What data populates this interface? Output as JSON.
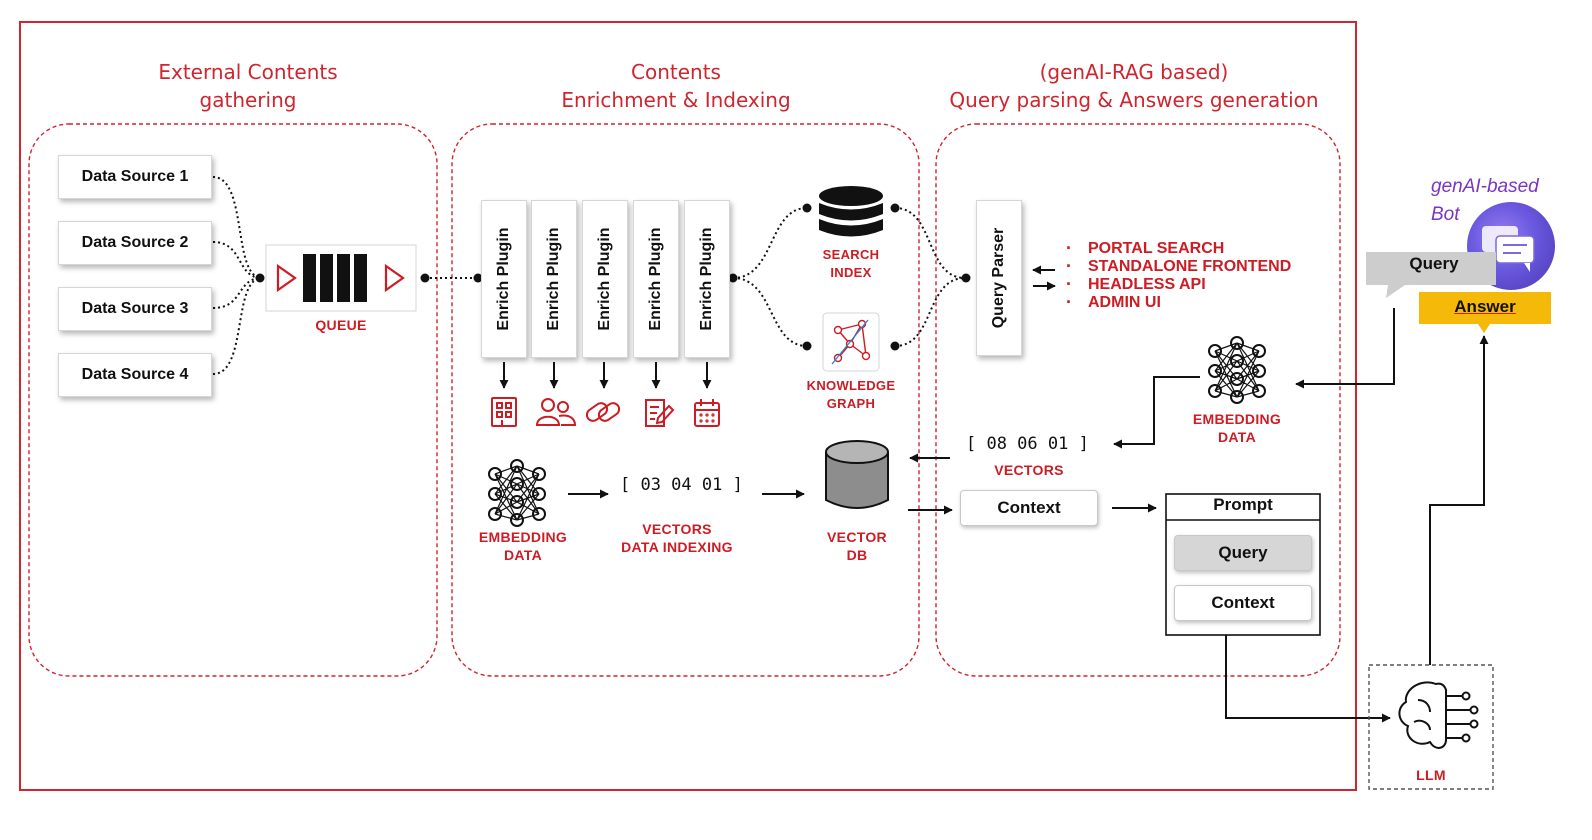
{
  "sections": {
    "external": {
      "line1": "External Contents",
      "line2": "gathering"
    },
    "enrichment": {
      "line1": "Contents",
      "line2": "Enrichment & Indexing"
    },
    "query": {
      "line1": "(genAI-RAG based)",
      "line2": "Query parsing & Answers generation"
    }
  },
  "data_sources": [
    "Data Source 1",
    "Data Source 2",
    "Data Source 3",
    "Data Source 4"
  ],
  "queue_label": "QUEUE",
  "plugins": [
    "Enrich Plugin",
    "Enrich Plugin",
    "Enrich Plugin",
    "Enrich Plugin",
    "Enrich Plugin"
  ],
  "search_index": {
    "line1": "SEARCH",
    "line2": "INDEX"
  },
  "knowledge_graph": {
    "line1": "KNOWLEDGE",
    "line2": "GRAPH"
  },
  "query_parser_label": "Query Parser",
  "outputs": [
    "PORTAL SEARCH",
    "STANDALONE FRONTEND",
    "HEADLESS API",
    "ADMIN UI"
  ],
  "embedding_left": {
    "line1": "EMBEDDING",
    "line2": "DATA"
  },
  "vectors_left": {
    "value": "[ 03  04  01 ]",
    "line1": "VECTORS",
    "line2": "DATA INDEXING"
  },
  "vector_db": {
    "line1": "VECTOR",
    "line2": "DB"
  },
  "embedding_right": {
    "line1": "EMBEDDING",
    "line2": "DATA"
  },
  "vectors_right": {
    "value": "[ 08  06  01 ]",
    "label": "VECTORS"
  },
  "context_label": "Context",
  "prompt": {
    "title": "Prompt",
    "query": "Query",
    "context": "Context"
  },
  "bot": {
    "line1": "genAI-based",
    "line2": "Bot",
    "query": "Query",
    "answer": "Answer"
  },
  "llm_label": "LLM",
  "colors": {
    "accent_red": "#cc1c24",
    "bot_purple": "#7a35c4",
    "answer_yellow": "#f5b90a"
  }
}
